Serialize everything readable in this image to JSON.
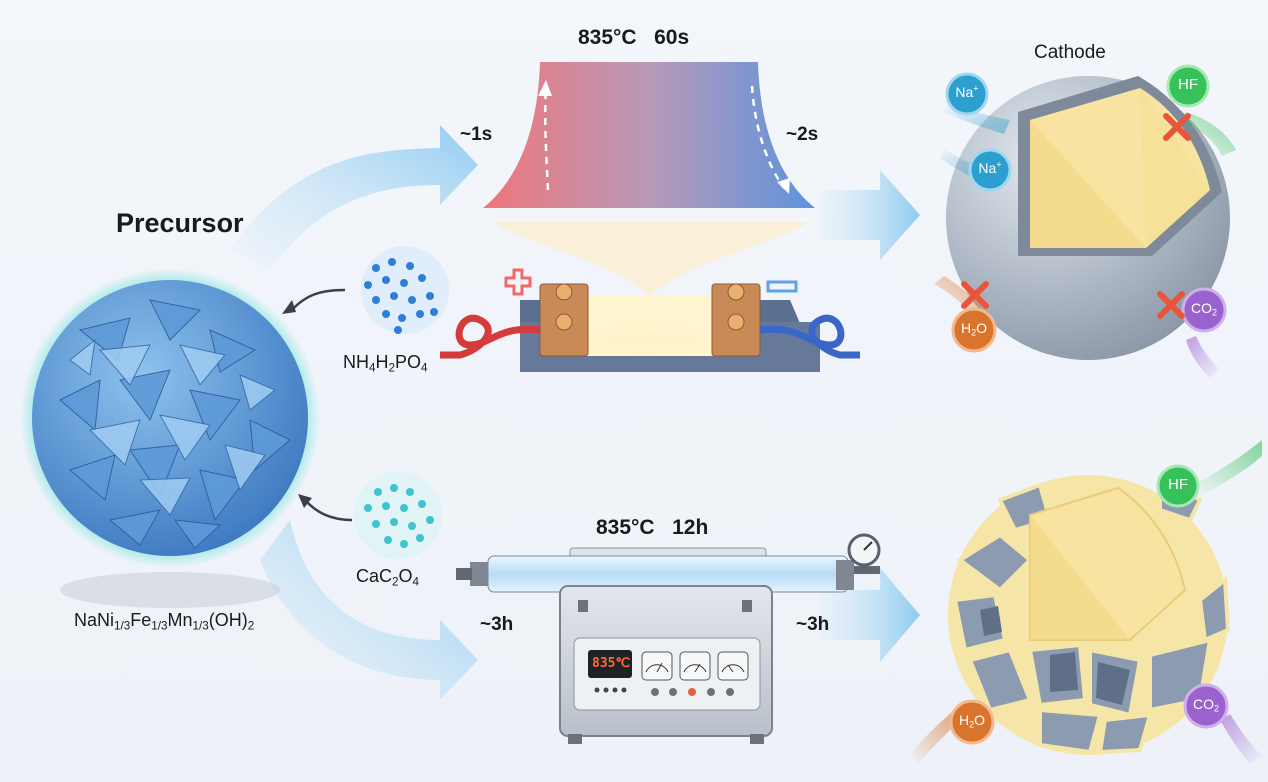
{
  "top": {
    "conditions": {
      "temperature": "835°C",
      "duration": "60s"
    },
    "heating_time": "~1s",
    "cooling_time": "~2s"
  },
  "bottom": {
    "conditions": {
      "temperature": "835°C",
      "duration": "12h"
    },
    "heating_time": "~3h",
    "cooling_time": "~3h",
    "lcd_display": "835℃"
  },
  "precursor": {
    "label": "Precursor",
    "formula": {
      "a": "NaNi",
      "s1": "1/3",
      "b": "Fe",
      "s2": "1/3",
      "c": "Mn",
      "s3": "1/3",
      "d": "(OH)",
      "s4": "2"
    }
  },
  "additives": {
    "phosphate": {
      "a": "NH",
      "s1": "4",
      "b": "H",
      "s2": "2",
      "c": "PO",
      "s3": "4"
    },
    "oxalate": {
      "a": "CaC",
      "s1": "2",
      "c": "O",
      "s2": "4"
    }
  },
  "cathode": {
    "label": "Cathode"
  },
  "ions": {
    "na_base": "Na",
    "na_charge": "+",
    "hf": "HF",
    "h2o": {
      "a": "H",
      "s": "2",
      "b": "O"
    },
    "co2": {
      "a": "CO",
      "s": "2"
    }
  },
  "colors": {
    "hot": "#f0757a",
    "cold": "#5d93dd",
    "arrow": "#a6d4f2",
    "core": "#f8e4a0",
    "shell": "#9aa7b6",
    "na": "#2d9fcf",
    "hf": "#36c15a",
    "h2o": "#d9742c",
    "co2": "#9a62cf",
    "block": "#c98a58",
    "cross": "#e8553a"
  }
}
